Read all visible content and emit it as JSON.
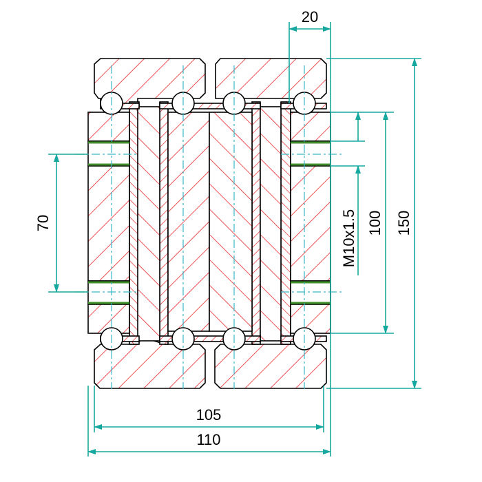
{
  "colors": {
    "hatch": "#e8262a",
    "outline": "#000000",
    "dimension": "#15a89e",
    "centerline": "#39b7c9",
    "gasket": "#3f8f2a",
    "fill": "#ffffff"
  },
  "dimensions": {
    "top_width": "20",
    "left_height": "70",
    "thread": "M10x1.5",
    "inner_height": "100",
    "overall_height": "150",
    "width_105": "105",
    "width_110": "110"
  }
}
